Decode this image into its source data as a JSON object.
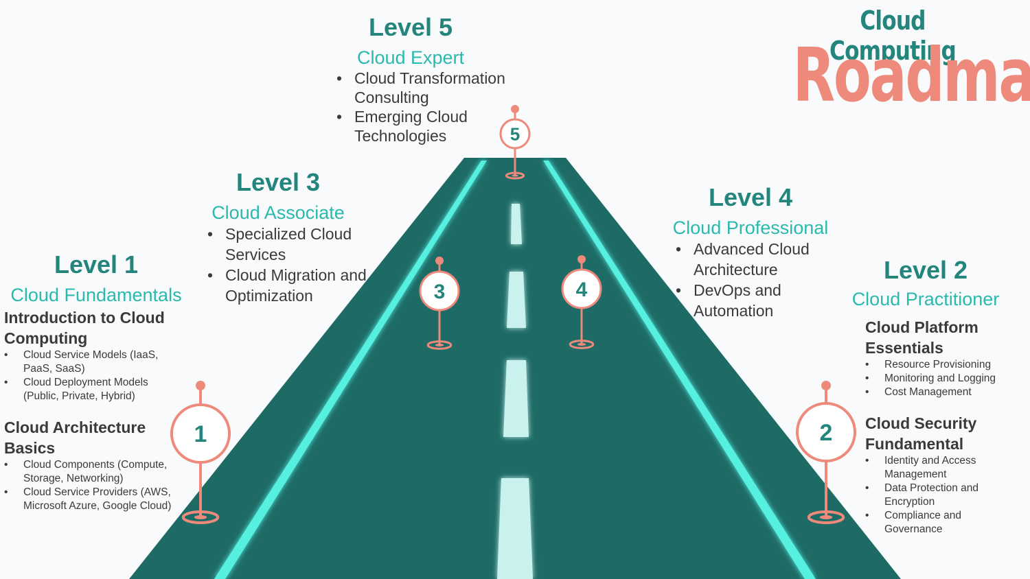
{
  "title": {
    "line1": "Cloud Computing",
    "line2": "Roadmap"
  },
  "colors": {
    "road": "#1e6b66",
    "edge_glow": "#55f0e0",
    "dash": "#c9f1ee",
    "pin": "#ee8a7c",
    "heading": "#23857c",
    "subheading": "#2bb9ad",
    "body_text": "#3a3a3a"
  },
  "markers": [
    {
      "number": "1"
    },
    {
      "number": "2"
    },
    {
      "number": "3"
    },
    {
      "number": "4"
    },
    {
      "number": "5"
    }
  ],
  "levels": {
    "level1": {
      "title": "Level 1",
      "subtitle": "Cloud Fundamentals",
      "sections": [
        {
          "heading": "Introduction to Cloud Computing",
          "items": [
            "Cloud Service Models (IaaS, PaaS, SaaS)",
            "Cloud Deployment Models (Public, Private, Hybrid)"
          ]
        },
        {
          "heading": "Cloud Architecture Basics",
          "items": [
            "Cloud Components (Compute, Storage, Networking)",
            "Cloud Service Providers (AWS, Microsoft Azure, Google Cloud)"
          ]
        }
      ]
    },
    "level2": {
      "title": "Level 2",
      "subtitle": "Cloud Practitioner",
      "sections": [
        {
          "heading": "Cloud Platform Essentials",
          "items": [
            "Resource Provisioning",
            "Monitoring and Logging",
            "Cost Management"
          ]
        },
        {
          "heading": "Cloud Security Fundamental",
          "items": [
            "Identity and Access Management",
            "Data Protection and Encryption",
            "Compliance and Governance"
          ]
        }
      ]
    },
    "level3": {
      "title": "Level 3",
      "subtitle": "Cloud Associate",
      "items": [
        "Specialized Cloud Services",
        "Cloud Migration and Optimization"
      ]
    },
    "level4": {
      "title": "Level 4",
      "subtitle": "Cloud Professional",
      "items": [
        "Advanced Cloud Architecture",
        "DevOps and Automation"
      ]
    },
    "level5": {
      "title": "Level 5",
      "subtitle": "Cloud Expert",
      "items": [
        "Cloud Transformation Consulting",
        "Emerging Cloud Technologies"
      ]
    }
  }
}
